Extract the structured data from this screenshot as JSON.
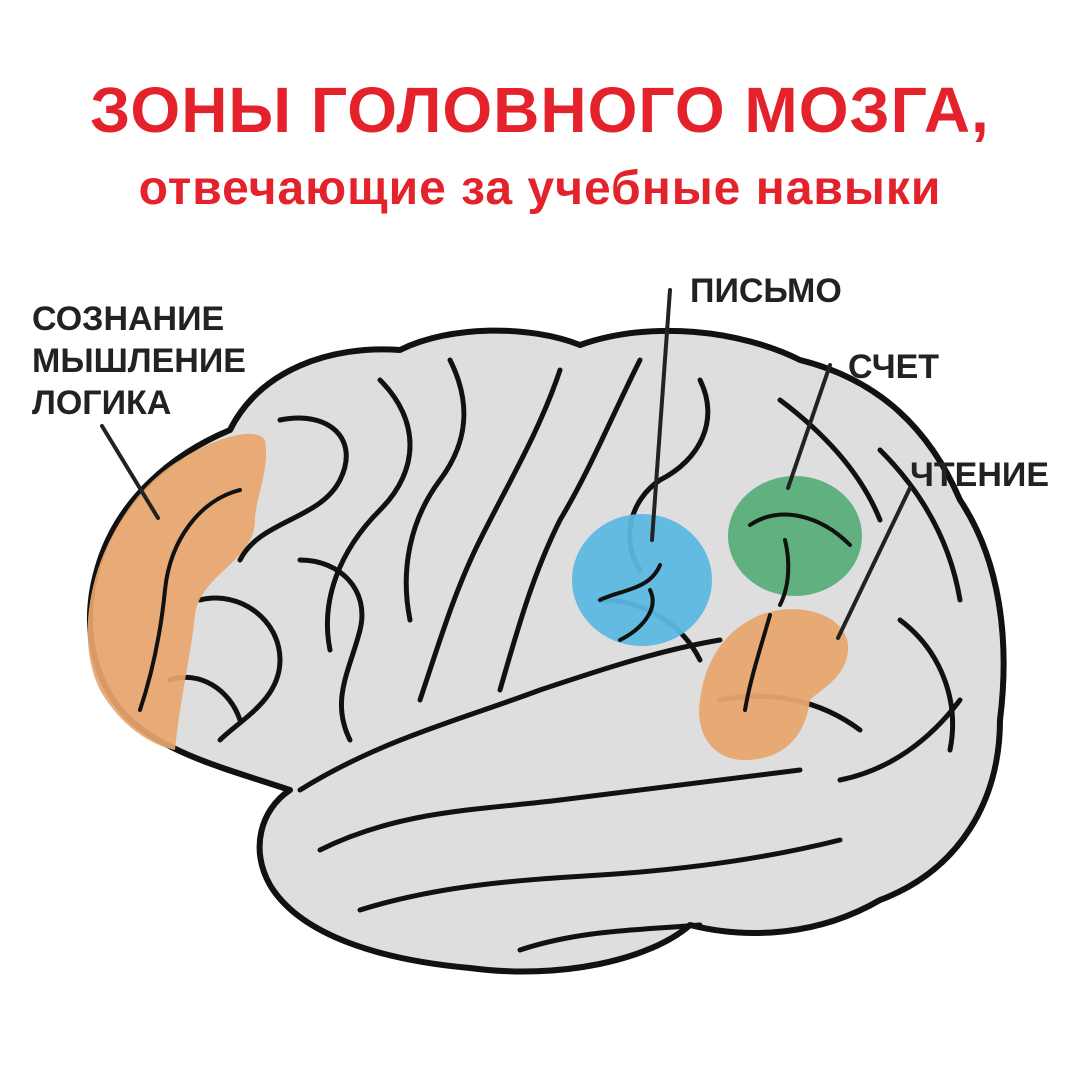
{
  "title": {
    "line1": "ЗОНЫ ГОЛОВНОГО МОЗГА,",
    "line2": "отвечающие за учебные навыки"
  },
  "labels": {
    "consciousness": "СОЗНАНИЕ",
    "thinking": "МЫШЛЕНИЕ",
    "logic": "ЛОГИКА",
    "writing": "ПИСЬМО",
    "counting": "СЧЕТ",
    "reading": "ЧТЕНИЕ"
  },
  "colors": {
    "title": "#e3222b",
    "brain_fill": "#dedede",
    "brain_outline": "#111111",
    "zone_orange": "#e8a66e",
    "zone_blue": "#5cb8e0",
    "zone_green": "#5aae7a"
  }
}
